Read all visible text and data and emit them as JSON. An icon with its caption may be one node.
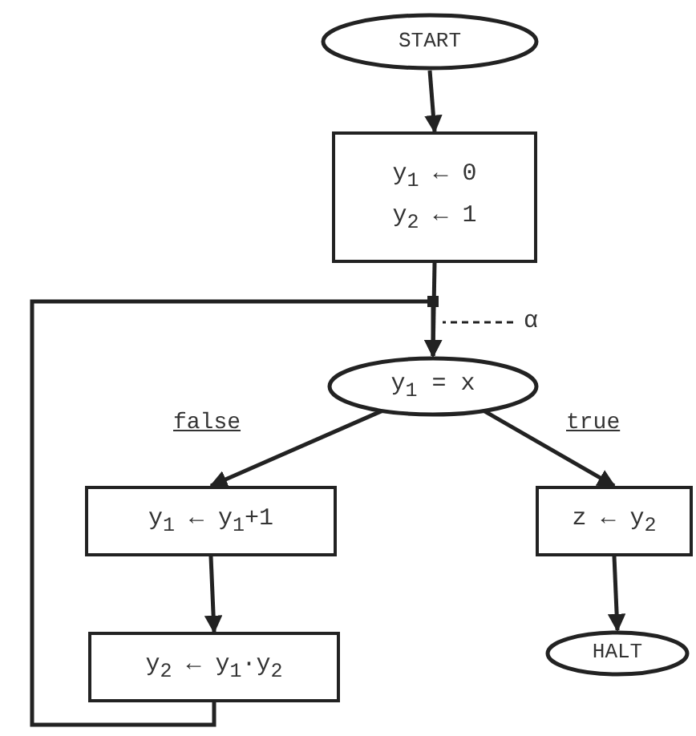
{
  "diagram": {
    "nodes": [
      {
        "text": [
          "START"
        ]
      },
      {
        "text": [
          "y$_{1}$ ← 0",
          "y$_{2}$ ← 1"
        ]
      },
      {
        "text": [
          "y$_{1}$ = x"
        ]
      },
      {
        "text": [
          "y$_{1}$ ← y$_{1}$+1"
        ]
      },
      {
        "text": [
          "z ← y$_{2}$"
        ]
      },
      {
        "text": [
          "HALT"
        ]
      },
      {
        "text": [
          "y$_{2}$ ← y$_{1}$·y$_{2}$"
        ]
      },
      {
        "text": [
          "α"
        ]
      }
    ],
    "edges": [
      {
        "from": 0,
        "to": 1,
        "arrow": "to"
      },
      {
        "from": 1,
        "to": 2,
        "arrow": "to"
      },
      {
        "from": 2,
        "to": 3,
        "arrow": "to",
        "label": "false"
      },
      {
        "from": 2,
        "to": 4,
        "arrow": "to",
        "label": "true"
      },
      {
        "from": 3,
        "to": 6,
        "arrow": "to"
      },
      {
        "from": 4,
        "to": 5,
        "arrow": "to"
      },
      {
        "from": 6,
        "to": 2,
        "arrow": "to"
      },
      {
        "from": 7,
        "to": null,
        "arrow": "none",
        "style": "dashed"
      }
    ]
  }
}
